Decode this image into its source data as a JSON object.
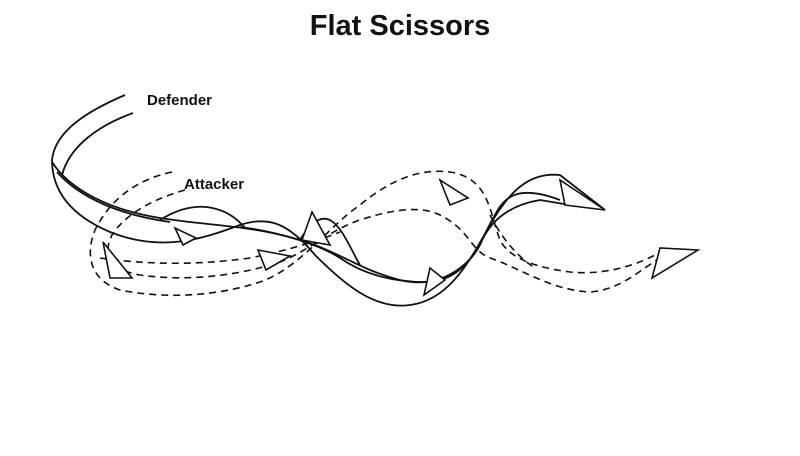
{
  "title": "Flat Scissors",
  "labels": {
    "defender": "Defender",
    "attacker": "Attacker"
  }
}
